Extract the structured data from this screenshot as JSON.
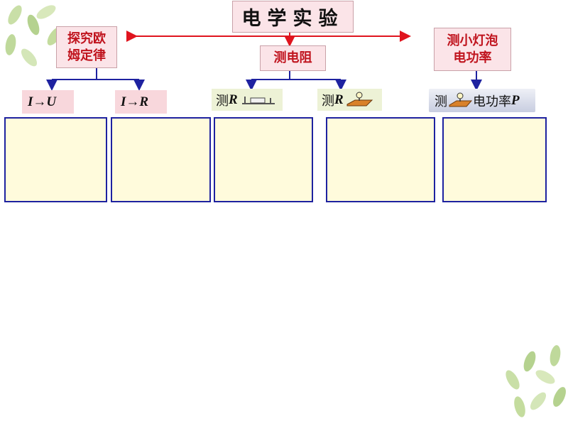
{
  "title": "电学实验",
  "branches": {
    "ohm": {
      "line1": "探究欧",
      "line2": "姆定律"
    },
    "resistance": {
      "label": "测电阻"
    },
    "power": {
      "line1": "测小灯泡",
      "line2": "电功率"
    }
  },
  "subtopics": {
    "i_u": {
      "text": "I→U"
    },
    "i_r": {
      "text": "I→R"
    },
    "r_resistor": {
      "prefix": "测",
      "symbol": "R"
    },
    "r_bulb": {
      "prefix": "测",
      "symbol": "R"
    },
    "power": {
      "prefix": "测",
      "middle": "电功率",
      "symbol": "P"
    }
  },
  "colors": {
    "arrow_red": "#e0141e",
    "arrow_blue": "#1e22a0",
    "box_fill": "#fffbdc"
  }
}
